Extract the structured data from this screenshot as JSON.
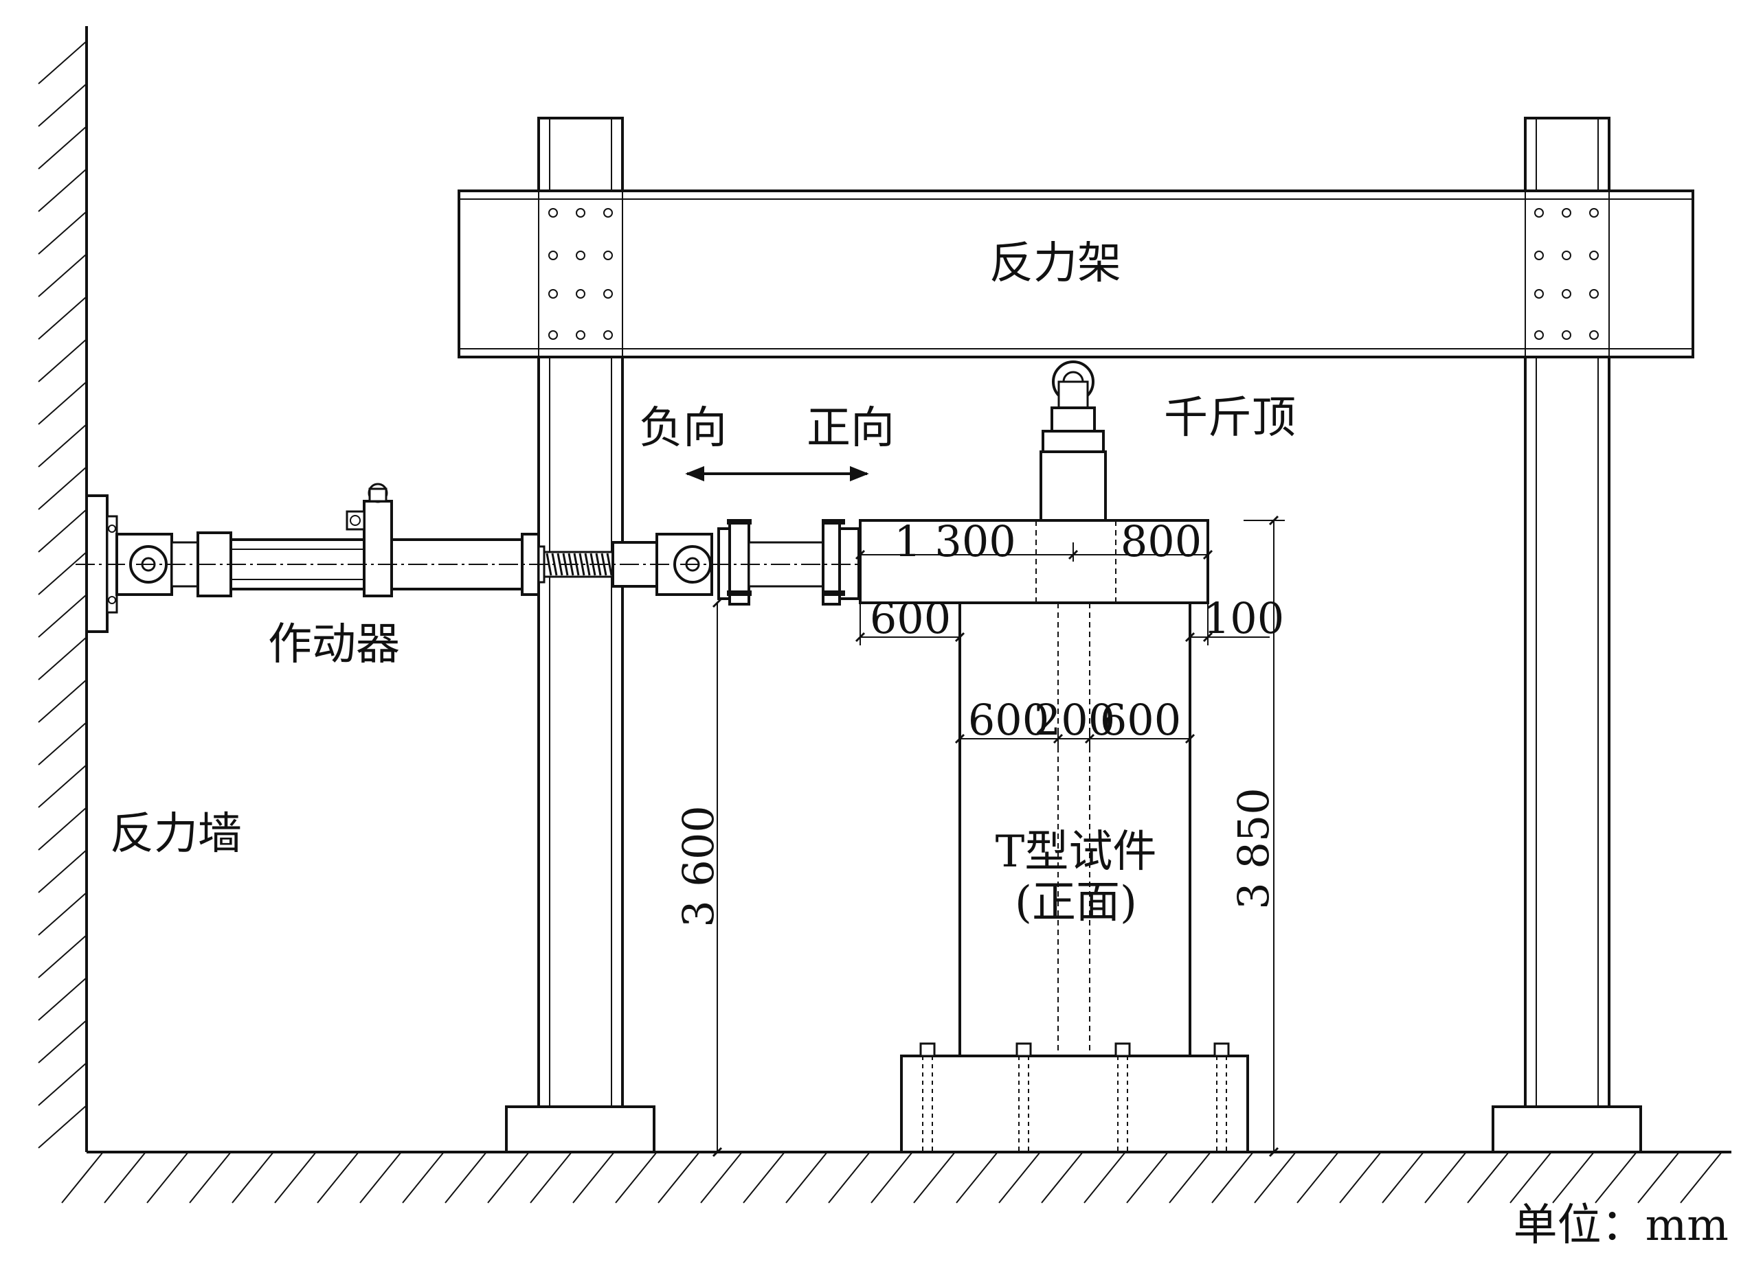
{
  "labels": {
    "reaction_frame": "反力架",
    "jack": "千斤顶",
    "negative_direction": "负向",
    "positive_direction": "正向",
    "actuator": "作动器",
    "reaction_wall": "反力墙",
    "specimen_line1": "T型试件",
    "specimen_line2": "(正面)",
    "unit": "单位：mm"
  },
  "dimensions": {
    "flange_left": "1 300",
    "flange_right": "800",
    "overhang_left": "600",
    "overhang_right": "100",
    "web_left": "600",
    "web_middle": "200",
    "web_right": "600",
    "load_height": "3 600",
    "total_height": "3 850"
  }
}
